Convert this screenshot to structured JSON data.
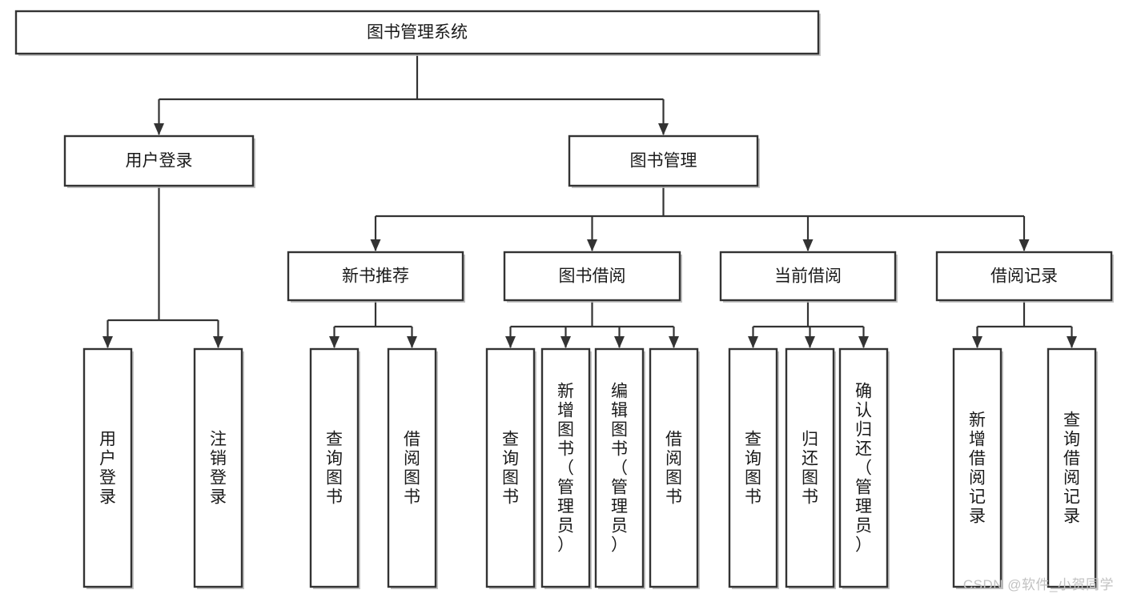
{
  "diagram": {
    "title": "图书管理系统",
    "type": "tree-hierarchy",
    "watermark": "CSDN @软件_小贺同学",
    "colors": {
      "box_stroke": "#333333",
      "box_fill": "#ffffff",
      "connector": "#333333",
      "text": "#1a1a1a",
      "watermark": "#c2c2c2",
      "background": "#ffffff"
    },
    "levels": {
      "root": {
        "label": "图书管理系统",
        "orientation": "horizontal"
      },
      "level2": [
        {
          "label": "用户登录",
          "orientation": "horizontal"
        },
        {
          "label": "图书管理",
          "orientation": "horizontal"
        }
      ],
      "level3": [
        {
          "label": "新书推荐",
          "orientation": "horizontal"
        },
        {
          "label": "图书借阅",
          "orientation": "horizontal"
        },
        {
          "label": "当前借阅",
          "orientation": "horizontal"
        },
        {
          "label": "借阅记录",
          "orientation": "horizontal"
        }
      ],
      "leaves": [
        {
          "label": "用户登录",
          "orientation": "vertical",
          "parent": "用户登录"
        },
        {
          "label": "注销登录",
          "orientation": "vertical",
          "parent": "用户登录"
        },
        {
          "label": "查询图书",
          "orientation": "vertical",
          "parent": "新书推荐"
        },
        {
          "label": "借阅图书",
          "orientation": "vertical",
          "parent": "新书推荐"
        },
        {
          "label": "查询图书",
          "orientation": "vertical",
          "parent": "图书借阅"
        },
        {
          "label": "新增图书（管理员）",
          "orientation": "vertical",
          "parent": "图书借阅"
        },
        {
          "label": "编辑图书（管理员）",
          "orientation": "vertical",
          "parent": "图书借阅"
        },
        {
          "label": "借阅图书",
          "orientation": "vertical",
          "parent": "图书借阅"
        },
        {
          "label": "查询图书",
          "orientation": "vertical",
          "parent": "当前借阅"
        },
        {
          "label": "归还图书",
          "orientation": "vertical",
          "parent": "当前借阅"
        },
        {
          "label": "确认归还（管理员）",
          "orientation": "vertical",
          "parent": "当前借阅"
        },
        {
          "label": "新增借阅记录",
          "orientation": "vertical",
          "parent": "借阅记录"
        },
        {
          "label": "查询借阅记录",
          "orientation": "vertical",
          "parent": "借阅记录"
        }
      ]
    }
  }
}
